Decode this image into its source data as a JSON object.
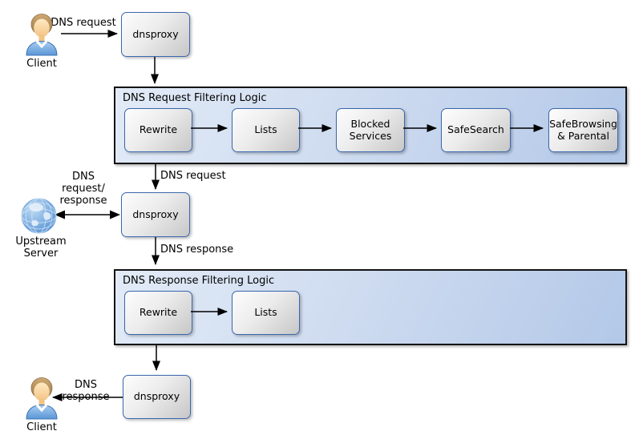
{
  "clients": {
    "top_label": "Client",
    "bottom_label": "Client"
  },
  "upstream": {
    "label_line1": "Upstream",
    "label_line2": "Server"
  },
  "proxies": {
    "top": "dnsproxy",
    "middle": "dnsproxy",
    "bottom": "dnsproxy"
  },
  "request_filter": {
    "title": "DNS Request Filtering Logic",
    "steps": [
      "Rewrite",
      "Lists",
      "Blocked Services",
      "SafeSearch",
      "SafeBrowsing & Parental"
    ]
  },
  "response_filter": {
    "title": "DNS Response Filtering Logic",
    "steps": [
      "Rewrite",
      "Lists"
    ]
  },
  "edge_labels": {
    "client_request": "DNS request",
    "filtered_request": "DNS request",
    "upstream_exchange": [
      "DNS",
      "request/",
      "response"
    ],
    "proxy_response": "DNS response",
    "client_response": "DNS response"
  },
  "icons": {
    "client": "person-icon",
    "upstream": "globe-icon"
  },
  "colors": {
    "canvas": "#ffffff",
    "container_fill_left": "#e2ebf7",
    "container_fill_right": "#b3c8e8",
    "container_border": "#141414",
    "node_fill_top": "#fdfdfd",
    "node_fill_bottom": "#c7c7c7",
    "node_border": "#3a67ad",
    "arrow": "#000000",
    "shirt_blue": "#5a96d6",
    "globe_blue": "#5490d2"
  }
}
